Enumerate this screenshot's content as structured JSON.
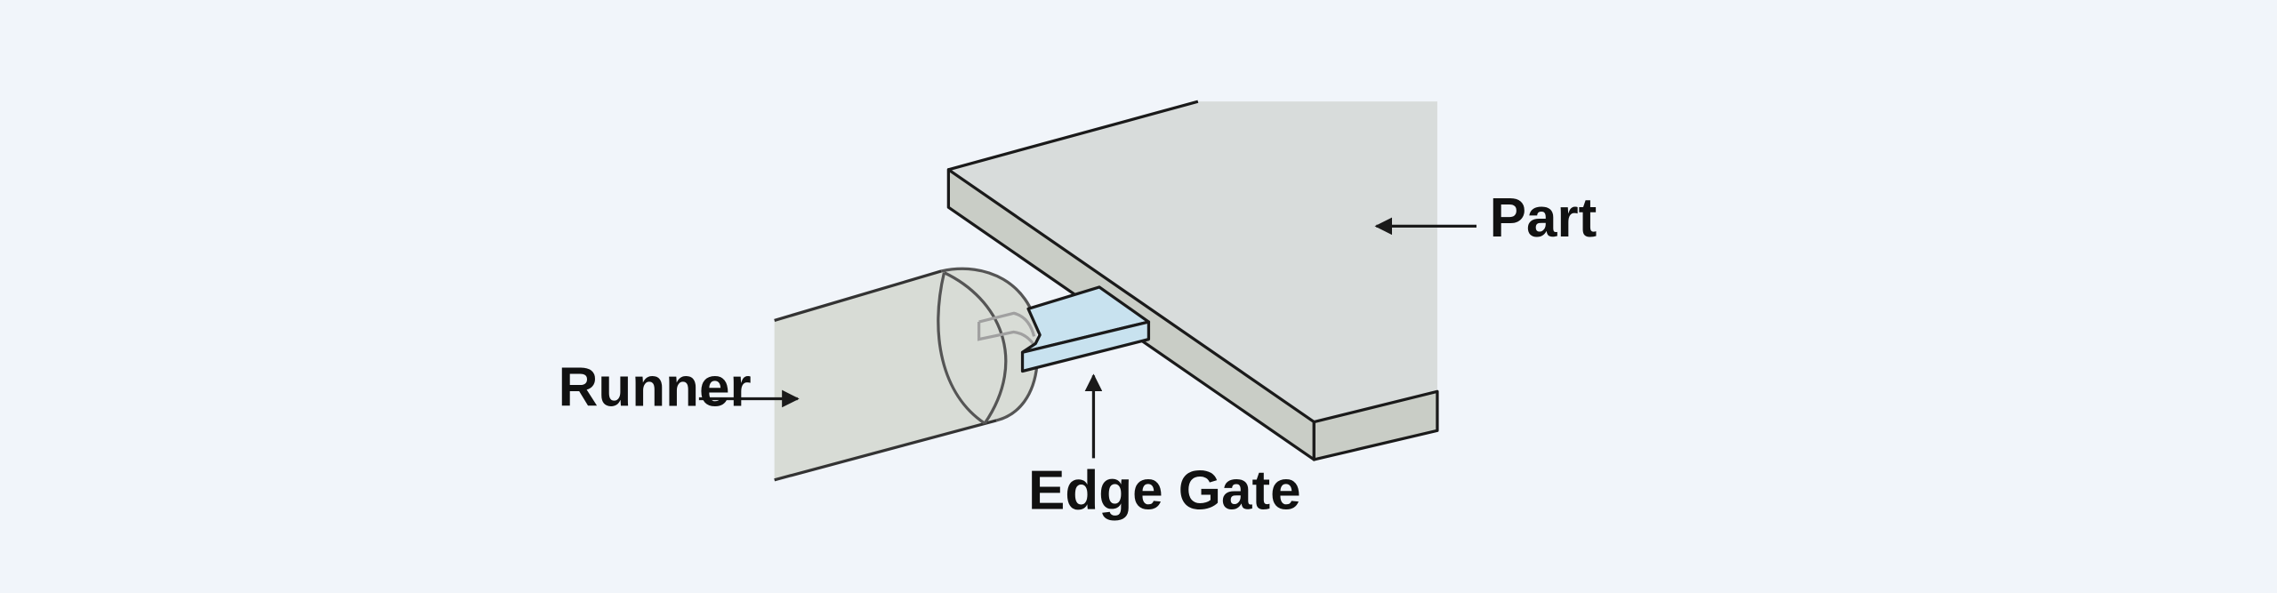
{
  "labels": {
    "part": "Part",
    "runner": "Runner",
    "edge_gate": "Edge Gate"
  },
  "colors": {
    "background": "#f1f5fa",
    "part_top": "#d8dcdb",
    "part_side": "#c9cdc6",
    "runner_fill": "#d8dcd6",
    "gate_fill": "#c8e2ef",
    "outline": "#1a1a1a",
    "runner_outline": "#555555"
  }
}
